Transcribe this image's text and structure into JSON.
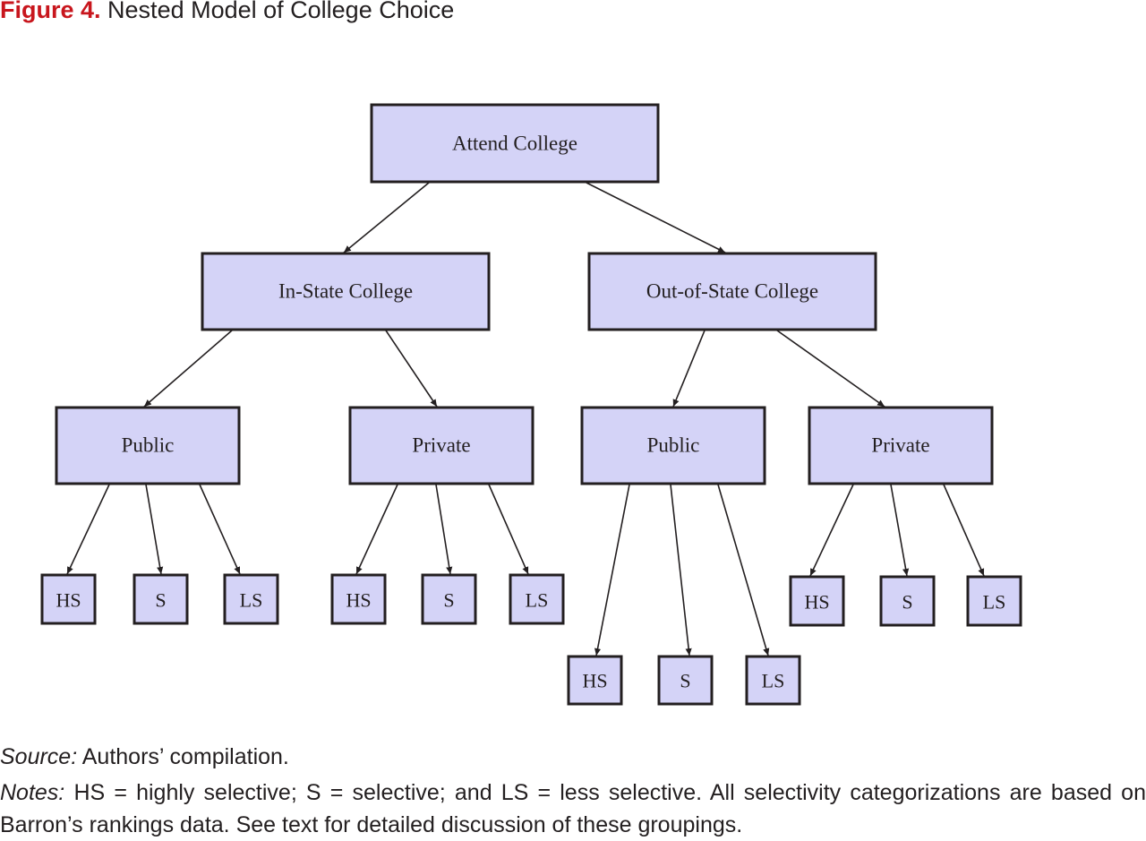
{
  "figure": {
    "label": "Figure 4.",
    "title": "Nested Model of College Choice"
  },
  "diagram": {
    "nodes": {
      "root": "Attend College",
      "in_state": "In-State College",
      "out_state": "Out-of-State College",
      "in_public": "Public",
      "in_private": "Private",
      "out_public": "Public",
      "out_private": "Private",
      "in_public_hs": "HS",
      "in_public_s": "S",
      "in_public_ls": "LS",
      "in_private_hs": "HS",
      "in_private_s": "S",
      "in_private_ls": "LS",
      "out_public_hs": "HS",
      "out_public_s": "S",
      "out_public_ls": "LS",
      "out_private_hs": "HS",
      "out_private_s": "S",
      "out_private_ls": "LS"
    },
    "edges": [
      [
        "root",
        "in_state"
      ],
      [
        "root",
        "out_state"
      ],
      [
        "in_state",
        "in_public"
      ],
      [
        "in_state",
        "in_private"
      ],
      [
        "out_state",
        "out_public"
      ],
      [
        "out_state",
        "out_private"
      ],
      [
        "in_public",
        "in_public_hs"
      ],
      [
        "in_public",
        "in_public_s"
      ],
      [
        "in_public",
        "in_public_ls"
      ],
      [
        "in_private",
        "in_private_hs"
      ],
      [
        "in_private",
        "in_private_s"
      ],
      [
        "in_private",
        "in_private_ls"
      ],
      [
        "out_public",
        "out_public_hs"
      ],
      [
        "out_public",
        "out_public_s"
      ],
      [
        "out_public",
        "out_public_ls"
      ],
      [
        "out_private",
        "out_private_hs"
      ],
      [
        "out_private",
        "out_private_s"
      ],
      [
        "out_private",
        "out_private_ls"
      ]
    ],
    "node_fill": "#d4d3f7"
  },
  "footer": {
    "source_label": "Source:",
    "source_text": "Authors’ compilation.",
    "notes_label": "Notes:",
    "notes_text": "HS = highly selective; S = selective; and LS = less selective. All selectivity categorizations are based on Barron’s rankings data. See text for detailed discussion of these groupings."
  },
  "colors": {
    "figure_label": "#c8161d",
    "text": "#231f20"
  }
}
